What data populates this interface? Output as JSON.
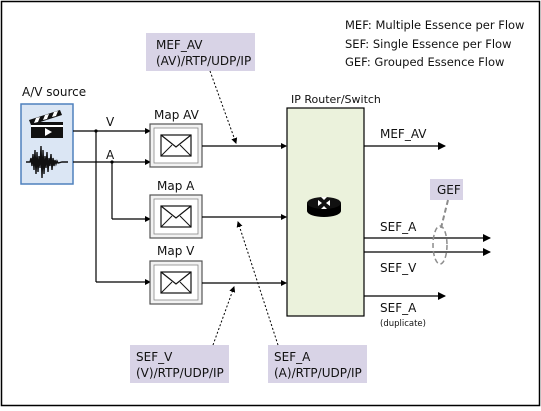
{
  "legend": {
    "mef": "MEF: Multiple Essence per Flow",
    "sef": "SEF: Single Essence per Flow",
    "gef": "GEF: Grouped Essence Flow"
  },
  "source": {
    "title": "A/V source",
    "icon_names": [
      "clapperboard-icon",
      "audio-waveform-icon"
    ]
  },
  "signals": {
    "video": "V",
    "audio": "A"
  },
  "mappers": [
    {
      "id": "map-av",
      "label": "Map AV",
      "icon": "envelope-icon"
    },
    {
      "id": "map-a",
      "label": "Map A",
      "icon": "envelope-icon"
    },
    {
      "id": "map-v",
      "label": "Map V",
      "icon": "envelope-icon"
    }
  ],
  "router": {
    "title": "IP Router/Switch",
    "icon": "router-icon"
  },
  "callouts": {
    "mef_av": [
      "MEF_AV",
      "(AV)/RTP/UDP/IP"
    ],
    "sef_v": [
      "SEF_V",
      "(V)/RTP/UDP/IP"
    ],
    "sef_a": [
      "SEF_A",
      "(A)/RTP/UDP/IP"
    ],
    "gef": "GEF"
  },
  "outputs": {
    "mef_av": "MEF_AV",
    "sef_a": "SEF_A",
    "sef_v": "SEF_V",
    "sef_a_dup": "SEF_A",
    "duplicate_note": "(duplicate)"
  },
  "colors": {
    "callout_fill": "#d8d3e6",
    "router_fill": "#ebf2dc",
    "source_fill": "#dbe6f4",
    "source_border": "#4f81bd",
    "line": "#000000",
    "gef_dash": "#8c8c8c"
  }
}
